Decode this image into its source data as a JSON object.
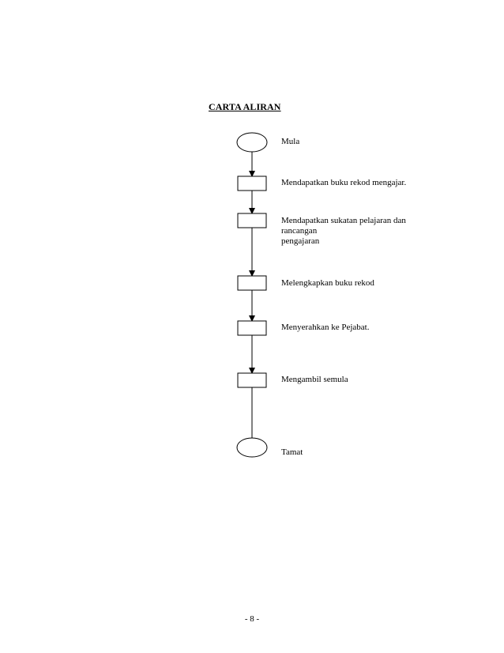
{
  "heading": "CARTA ALIRAN",
  "steps": [
    {
      "shape": "terminal",
      "label_lines": [
        "Mula"
      ]
    },
    {
      "shape": "process",
      "label_lines": [
        "Mendapatkan buku rekod mengajar."
      ]
    },
    {
      "shape": "process",
      "label_lines": [
        "Mendapatkan sukatan pelajaran dan",
        "rancangan",
        "pengajaran"
      ]
    },
    {
      "shape": "process",
      "label_lines": [
        "Melengkapkan buku rekod"
      ]
    },
    {
      "shape": "process",
      "label_lines": [
        "Menyerahkan ke Pejabat."
      ]
    },
    {
      "shape": "process",
      "label_lines": [
        "Mengambil semula"
      ]
    },
    {
      "shape": "terminal",
      "label_lines": [
        "Tamat"
      ]
    }
  ],
  "page_number": "- 8 -"
}
